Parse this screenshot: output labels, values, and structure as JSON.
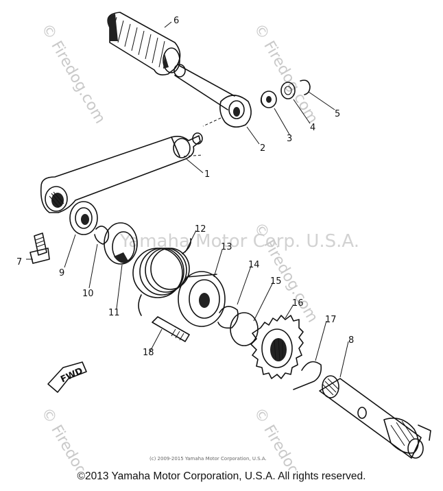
{
  "watermarks": {
    "corp": "Yamaha Motor Corp. U.S.A.",
    "site": "© Firedog.com"
  },
  "part_labels": [
    {
      "id": "1",
      "text": "1"
    },
    {
      "id": "2",
      "text": "2"
    },
    {
      "id": "3",
      "text": "3"
    },
    {
      "id": "4",
      "text": "4"
    },
    {
      "id": "5",
      "text": "5"
    },
    {
      "id": "6",
      "text": "6"
    },
    {
      "id": "7",
      "text": "7"
    },
    {
      "id": "8",
      "text": "8"
    },
    {
      "id": "9",
      "text": "9"
    },
    {
      "id": "10",
      "text": "10"
    },
    {
      "id": "11",
      "text": "11"
    },
    {
      "id": "12",
      "text": "12"
    },
    {
      "id": "13",
      "text": "13"
    },
    {
      "id": "14",
      "text": "14"
    },
    {
      "id": "15",
      "text": "15"
    },
    {
      "id": "16",
      "text": "16"
    },
    {
      "id": "17",
      "text": "17"
    },
    {
      "id": "18",
      "text": "18"
    }
  ],
  "fwd_label": "FWD",
  "small_copyright": "(c) 2009-2015 Yamaha Motor Corporation, U.S.A.",
  "footer": "©2013 Yamaha Motor Corporation, U.S.A. All rights reserved."
}
